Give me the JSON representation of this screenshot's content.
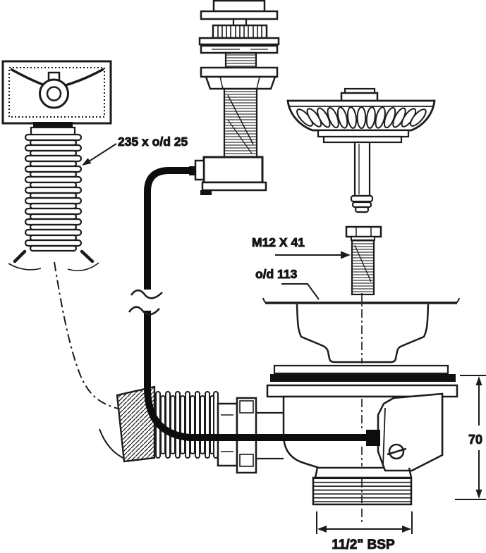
{
  "diagram": {
    "labels": {
      "overflow_hose_dim": "235 x o/d 25",
      "fixing_bolt_spec": "M12 X 41",
      "flange_outer_diameter": "o/d 113",
      "body_height": "70",
      "outlet_thread_size": "11/2\" BSP"
    },
    "colors": {
      "line": "#1b1b1b",
      "cable": "#0d0d0d",
      "background": "#ffffff"
    }
  }
}
